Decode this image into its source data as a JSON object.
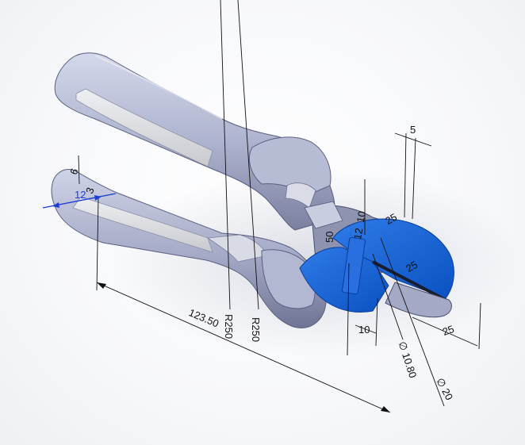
{
  "colors": {
    "handle_light": "#c6cbe0",
    "handle_mid": "#9aa0bd",
    "handle_dark": "#6e7396",
    "grip_insert": "#dcdde0",
    "highlight_blue": "#0b5fd6",
    "selection_blue": "#1b3fd6",
    "dimension_black": "#111111"
  },
  "dimensions": {
    "length_main": "123.50",
    "radius_1": "R250",
    "radius_2": "R250",
    "top_width": "5",
    "jaw_width": "10",
    "jaw_depth": "25",
    "diameter_small": "∅ 10.80",
    "diameter_large": "∅ 20",
    "handle_end_1": "6",
    "handle_end_2": "12",
    "handle_end_3": "3",
    "head_1": "50",
    "head_2": "10",
    "head_3": "12",
    "head_4": "25",
    "head_5": "25"
  }
}
